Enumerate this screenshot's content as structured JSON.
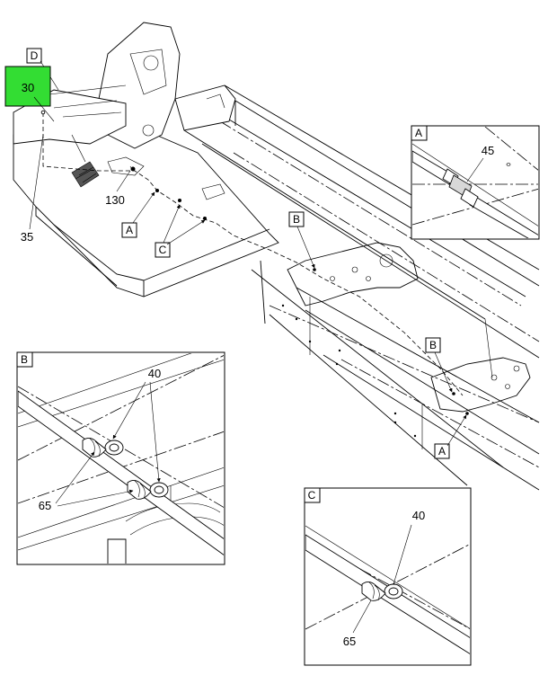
{
  "labels": {
    "D": "D",
    "p30": "30",
    "p35": "35",
    "p130": "130",
    "A_main": "A",
    "C_main": "C",
    "B_upper": "B",
    "B_lower": "B",
    "A_lower": "A",
    "detA_title": "A",
    "detA_45": "45",
    "detB_title": "B",
    "detB_40": "40",
    "detB_65": "65",
    "detC_title": "C",
    "detC_40": "40",
    "detC_65": "65"
  },
  "colors": {
    "highlight": "#33dd33",
    "line": "#000000",
    "background": "#ffffff"
  }
}
